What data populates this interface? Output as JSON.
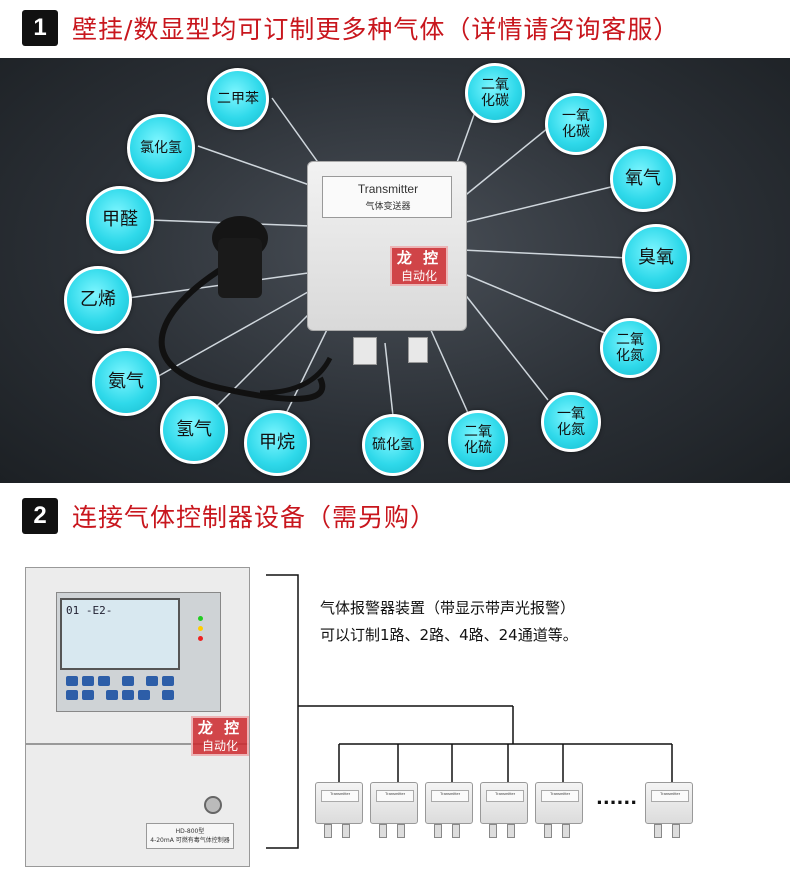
{
  "section1": {
    "number": "1",
    "title": "壁挂/数显型均可订制更多种气体（详情请咨询客服）"
  },
  "section2": {
    "number": "2",
    "title": "连接气体控制器设备（需另购）"
  },
  "device": {
    "label_en": "Transmitter",
    "label_cn": "气体变送器"
  },
  "watermark": {
    "line1": "龙 控",
    "line2": "自动化"
  },
  "gases": [
    {
      "line1": "二甲苯",
      "line2": ""
    },
    {
      "line1": "氯化氢",
      "line2": ""
    },
    {
      "line1": "甲醛",
      "line2": ""
    },
    {
      "line1": "乙烯",
      "line2": ""
    },
    {
      "line1": "氨气",
      "line2": ""
    },
    {
      "line1": "氢气",
      "line2": ""
    },
    {
      "line1": "甲烷",
      "line2": ""
    },
    {
      "line1": "硫化氢",
      "line2": ""
    },
    {
      "line1": "二氧",
      "line2": "化硫"
    },
    {
      "line1": "一氧",
      "line2": "化氮"
    },
    {
      "line1": "二氧",
      "line2": "化氮"
    },
    {
      "line1": "臭氧",
      "line2": ""
    },
    {
      "line1": "氧气",
      "line2": ""
    },
    {
      "line1": "一氧",
      "line2": "化碳"
    },
    {
      "line1": "二氧",
      "line2": "化碳"
    }
  ],
  "controller": {
    "screen_line1": "01  -E2-",
    "model_line1": "HD-800型",
    "model_line2": "4-20mA 可燃有毒气体控制器"
  },
  "description": {
    "line1": "气体报警器装置（带显示带声光报警）",
    "line2": "可以订制1路、2路、4路、24通道等。"
  },
  "mini_device_label": "Transmitter",
  "ellipsis": "......",
  "colors": {
    "accent_red": "#c8161d",
    "bubble_cyan": "#2fd9ea",
    "panel_dark": "#2b3036"
  }
}
